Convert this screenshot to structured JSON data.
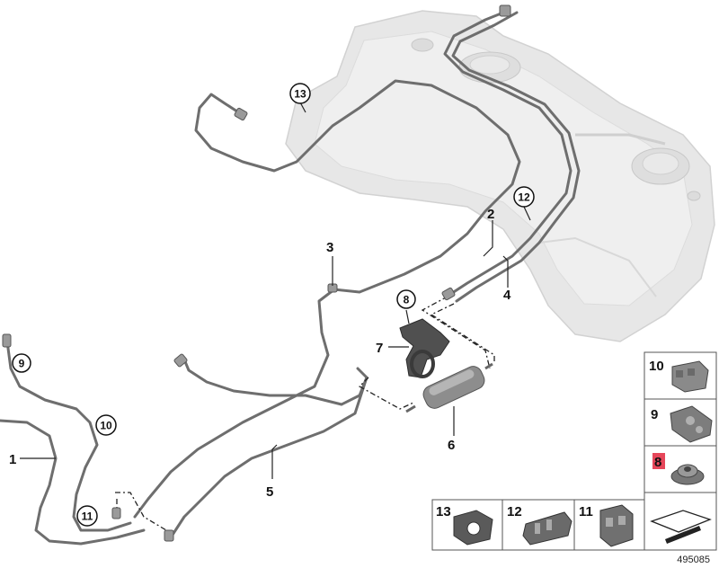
{
  "diagram_id": "495085",
  "callouts": {
    "c1": "1",
    "c2": "2",
    "c3": "3",
    "c4": "4",
    "c5": "5",
    "c6": "6",
    "c7": "7",
    "c8": "8",
    "c9": "9",
    "c10": "10",
    "c11": "11",
    "c12": "12",
    "c13": "13"
  },
  "parts_panel": {
    "p10": "10",
    "p9": "9",
    "p8": "8",
    "p13": "13",
    "p12": "12",
    "p11": "11"
  },
  "colors": {
    "line": "#6e6e6e",
    "tank": "#e4e4e4",
    "highlight": "#e6475a"
  }
}
